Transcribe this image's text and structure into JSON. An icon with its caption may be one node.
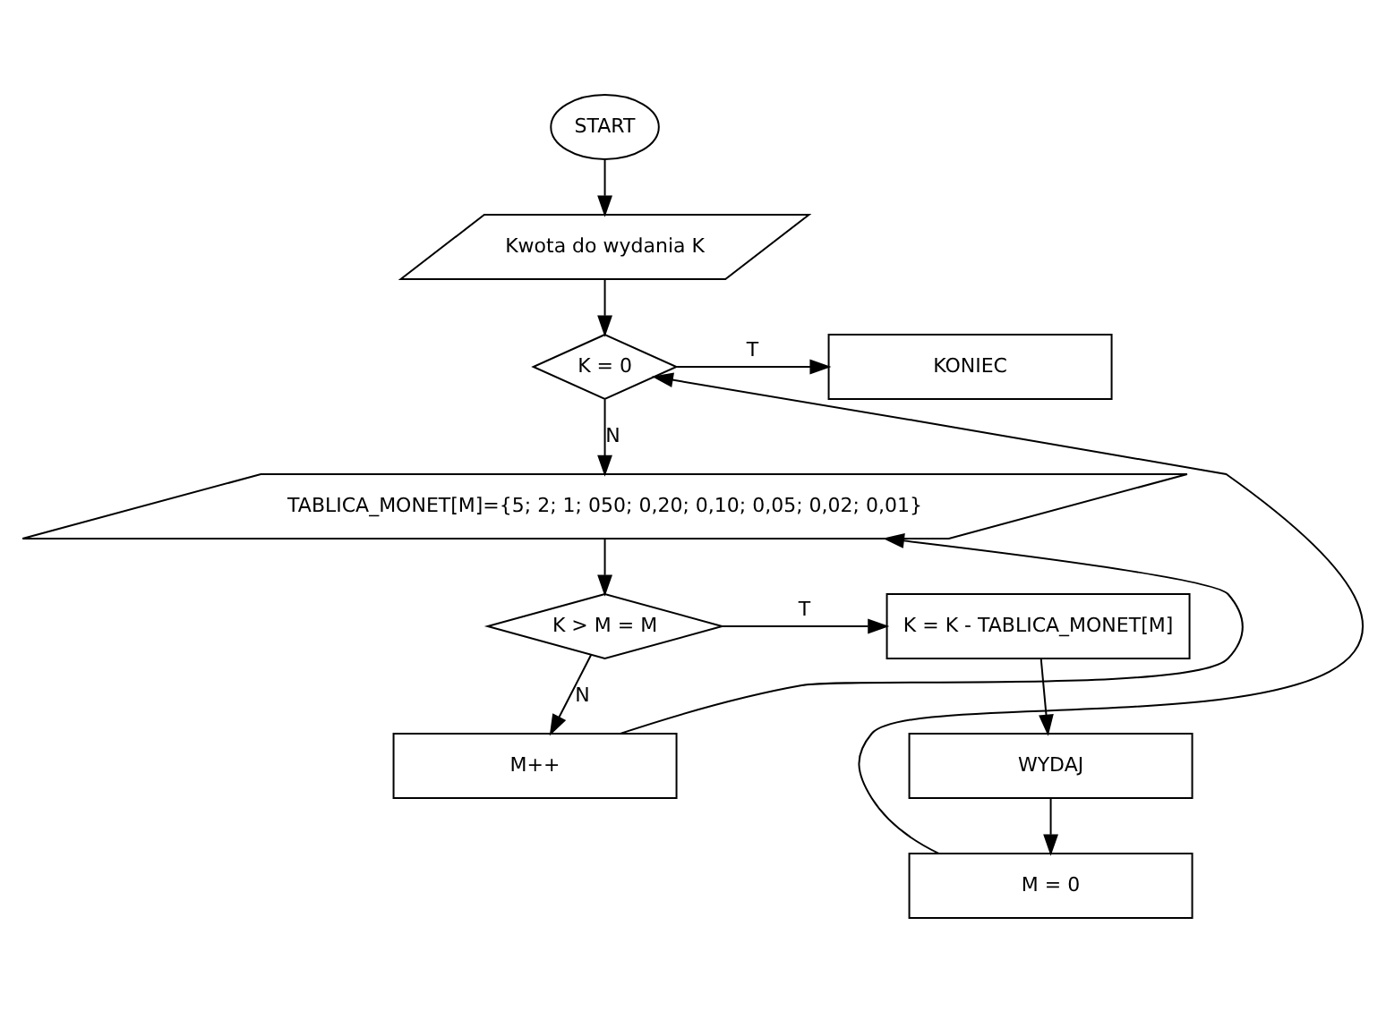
{
  "diagram": {
    "nodes": [
      {
        "text": [
          "START"
        ]
      },
      {
        "text": [
          "Kwota do wydania K"
        ]
      },
      {
        "text": [
          "K = 0"
        ]
      },
      {
        "text": [
          "KONIEC"
        ]
      },
      {
        "text": [
          "TABLICA_MONET[M]={5; 2; 1; 050; 0,20; 0,10; 0,05; 0,02; 0,01}"
        ]
      },
      {
        "text": [
          "K > M = M"
        ]
      },
      {
        "text": [
          "M++"
        ]
      },
      {
        "text": [
          "K = K - TABLICA_MONET[M]"
        ]
      },
      {
        "text": [
          "WYDAJ"
        ]
      },
      {
        "text": [
          "M = 0"
        ]
      }
    ],
    "edges": [
      {
        "from": 0,
        "to": 1,
        "arrow": "to"
      },
      {
        "from": 1,
        "to": 2,
        "arrow": "to"
      },
      {
        "from": 2,
        "to": 3,
        "arrow": "to",
        "label": "T"
      },
      {
        "from": 2,
        "to": 4,
        "arrow": "to",
        "label": "N"
      },
      {
        "from": 4,
        "to": 5,
        "arrow": "to"
      },
      {
        "from": 5,
        "to": 7,
        "arrow": "to",
        "label": "T"
      },
      {
        "from": 5,
        "to": 6,
        "arrow": "to",
        "label": "N"
      },
      {
        "from": 6,
        "to": 4,
        "arrow": "to"
      },
      {
        "from": 7,
        "to": 8,
        "arrow": "to"
      },
      {
        "from": 8,
        "to": 9,
        "arrow": "to"
      },
      {
        "from": 9,
        "to": 2,
        "arrow": "to"
      }
    ]
  }
}
